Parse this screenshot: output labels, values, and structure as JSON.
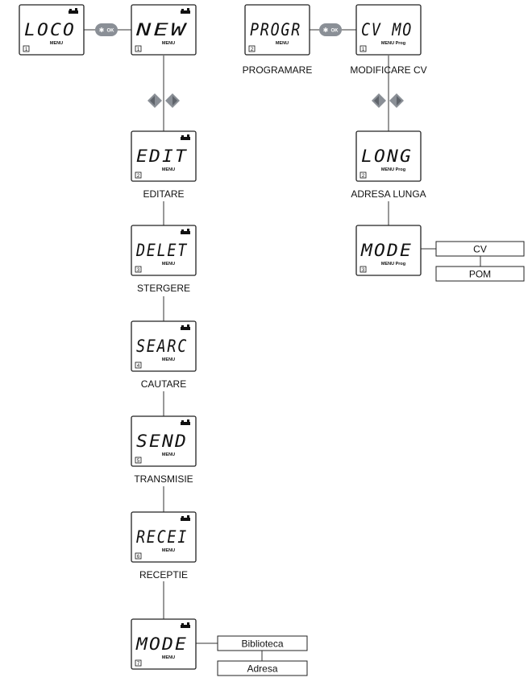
{
  "left_column": {
    "top_screen": {
      "text": "LOCO",
      "menu": "MENU",
      "number": "1"
    },
    "ok_button": {
      "label": "OK"
    },
    "screens": [
      {
        "id": "new",
        "text": "NEW",
        "menu": "MENU",
        "number": "1",
        "caption": ""
      },
      {
        "id": "edit",
        "text": "EDIT",
        "menu": "MENU",
        "number": "2",
        "caption": "EDITARE"
      },
      {
        "id": "delete",
        "text": "DELET",
        "menu": "MENU",
        "number": "3",
        "caption": "STERGERE"
      },
      {
        "id": "search",
        "text": "SEARC",
        "menu": "MENU",
        "number": "4",
        "caption": "CAUTARE"
      },
      {
        "id": "send",
        "text": "SEND",
        "menu": "MENU",
        "number": "5",
        "caption": "TRANSMISIE"
      },
      {
        "id": "receive",
        "text": "RECEI",
        "menu": "MENU",
        "number": "6",
        "caption": "RECEPTIE"
      },
      {
        "id": "mode",
        "text": "MODE",
        "menu": "MENU",
        "number": "7",
        "caption": ""
      }
    ],
    "mode_options": [
      "Biblioteca",
      "Adresa"
    ]
  },
  "right_column": {
    "top_screen": {
      "text": "PROGR",
      "menu": "MENU",
      "number": "2",
      "caption": "PROGRAMARE"
    },
    "ok_button": {
      "label": "OK"
    },
    "screens": [
      {
        "id": "cv-mode",
        "text": "CV MO",
        "menu": "MENU Prog",
        "number": "1",
        "caption": "MODIFICARE CV"
      },
      {
        "id": "long",
        "text": "LONG",
        "menu": "MENU Prog",
        "number": "2",
        "caption": "ADRESA LUNGA"
      },
      {
        "id": "mode-prog",
        "text": "MODE",
        "menu": "MENU Prog",
        "number": "3",
        "caption": ""
      }
    ],
    "mode_options": [
      "CV",
      "POM"
    ]
  }
}
